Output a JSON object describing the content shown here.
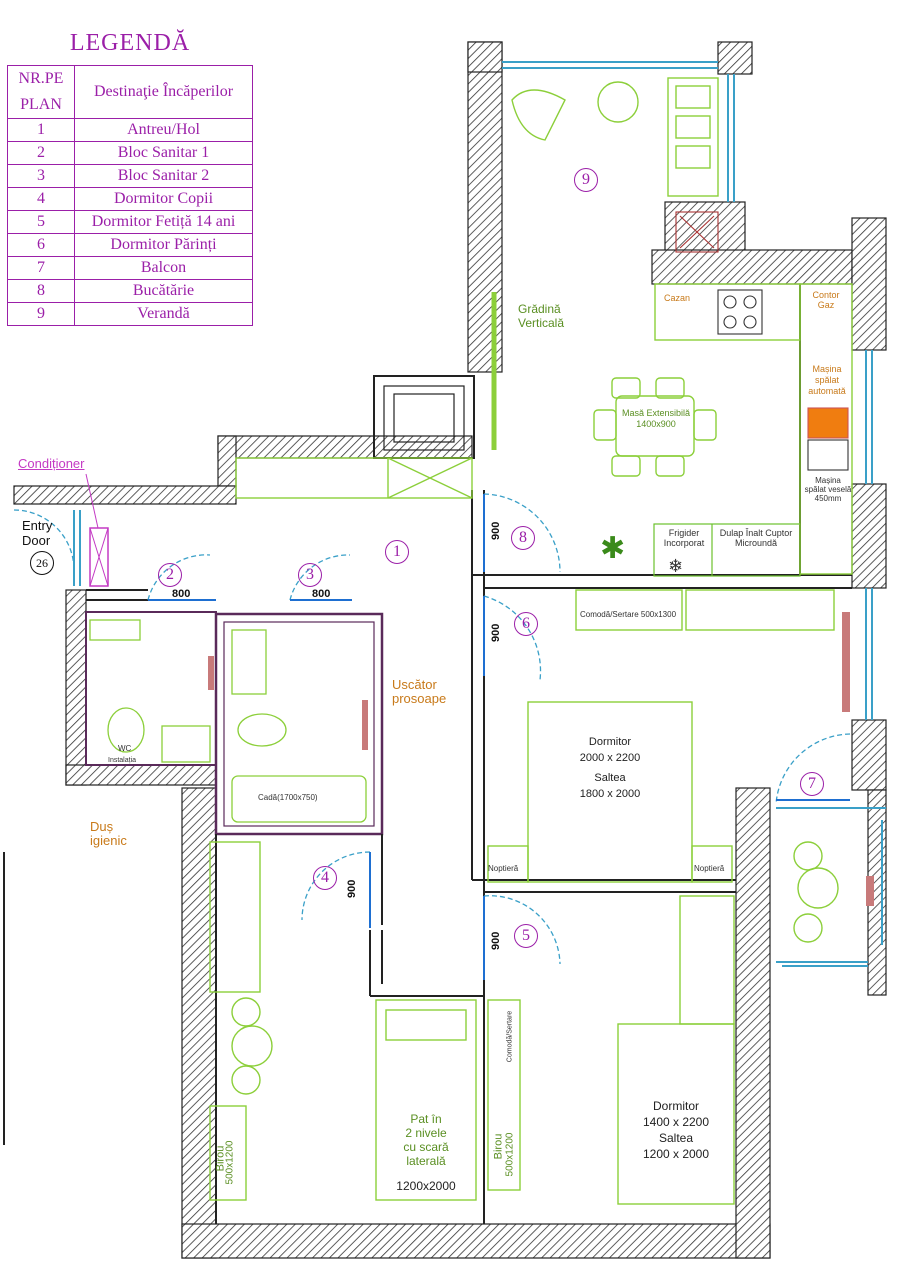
{
  "legend": {
    "title": "LEGENDĂ",
    "header_nr": "NR.PE PLAN",
    "header_dest": "Destinaţie Încăperilor",
    "rooms": [
      {
        "nr": "1",
        "name": "Antreu/Hol"
      },
      {
        "nr": "2",
        "name": "Bloc Sanitar 1"
      },
      {
        "nr": "3",
        "name": "Bloc Sanitar 2"
      },
      {
        "nr": "4",
        "name": "Dormitor Copii"
      },
      {
        "nr": "5",
        "name": "Dormitor Fetiță 14 ani"
      },
      {
        "nr": "6",
        "name": "Dormitor Părinți"
      },
      {
        "nr": "7",
        "name": "Balcon"
      },
      {
        "nr": "8",
        "name": "Bucătărie"
      },
      {
        "nr": "9",
        "name": "Verandă"
      }
    ]
  },
  "plan": {
    "room_markers": [
      "1",
      "2",
      "3",
      "4",
      "5",
      "6",
      "7",
      "8",
      "9"
    ],
    "entry_door": "Entry Door",
    "entry_number": "26",
    "conditioner": "Condiționer",
    "dus_igienic": "Duș igienic",
    "uscator": "Uscător prosoape",
    "gradina": "Grădină Verticală",
    "door_sizes": {
      "d2": "800",
      "d3": "800",
      "d4": "900",
      "d5": "900",
      "d6": "900",
      "d8": "900"
    },
    "kitchen": {
      "cazan": "Cazan",
      "contor": "Contor Gaz",
      "masina_spalat": "Mașina spălat automată",
      "masina_vase": "Mașina spălat veselă 450mm",
      "masa": "Masă Extensibilă 1400x900",
      "frigider": "Frigider Incorporat",
      "dulap": "Dulap Înalt Cuptor Microundă"
    },
    "bath": {
      "cada": "Cadă(1700x750)",
      "wc": "WC",
      "instalatia": "Instalația"
    },
    "parents": {
      "comoda": "Comodă/Sertare 500x1300",
      "bed_title": "Dormitor",
      "bed_size": "2000 x 2200",
      "mattress_title": "Saltea",
      "mattress_size": "1800 x 2000",
      "noptiera": "Noptieră"
    },
    "kids": {
      "pat_line1": "Pat în",
      "pat_line2": "2 nivele",
      "pat_line3": "cu scară",
      "pat_line4": "laterală",
      "pat_size": "1200x2000",
      "birou": "Birou",
      "birou_size": "500x1200"
    },
    "teen": {
      "bed_title": "Dormitor",
      "bed_size": "1400 x 2200",
      "mattress_title": "Saltea",
      "mattress_size": "1200 x 2000",
      "birou": "Birou",
      "birou_size": "500x1200",
      "comoda": "Comodă/Sertare"
    }
  },
  "colors": {
    "wall_hatch": "#333333",
    "furniture": "#8ccf3a",
    "legend": "#9b1fa8",
    "window": "#3aa0c8",
    "door_blue": "#1e6fd1",
    "note_orange": "#c87a1a"
  }
}
